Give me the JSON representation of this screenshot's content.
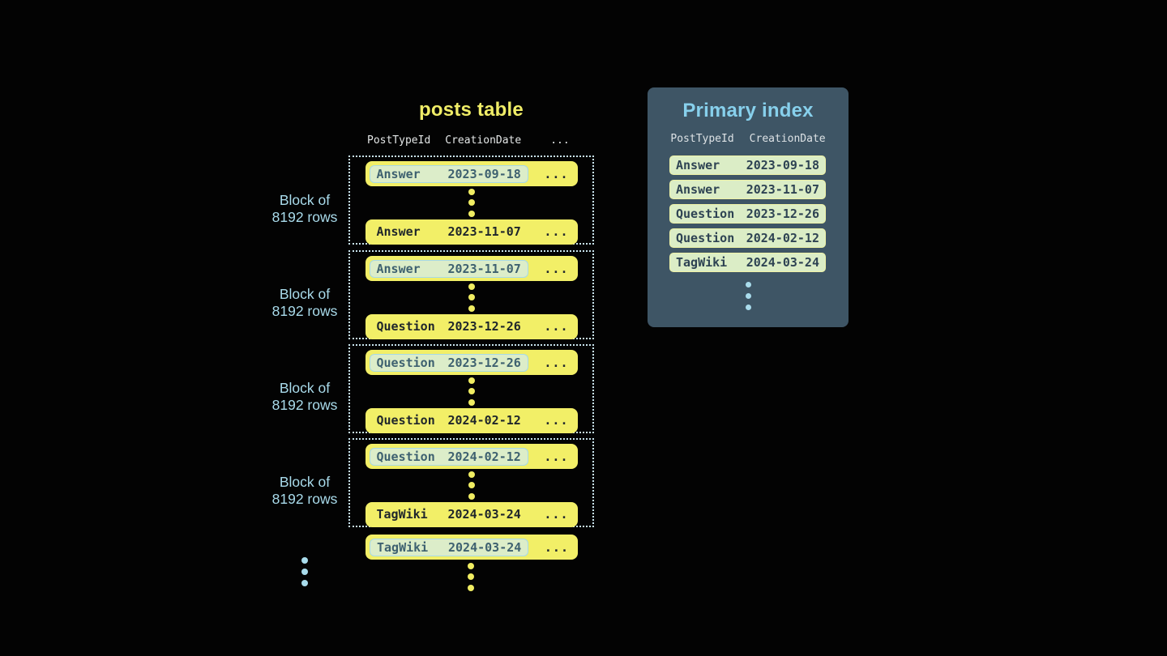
{
  "posts_table": {
    "title": "posts table",
    "columns": [
      "PostTypeId",
      "CreationDate",
      "..."
    ],
    "row_ellipsis": "...",
    "blocks": [
      {
        "label": [
          "Block of",
          "8192 rows"
        ],
        "first": {
          "type": "Answer",
          "date": "2023-09-18"
        },
        "last": {
          "type": "Answer",
          "date": "2023-11-07"
        }
      },
      {
        "label": [
          "Block of",
          "8192 rows"
        ],
        "first": {
          "type": "Answer",
          "date": "2023-11-07"
        },
        "last": {
          "type": "Question",
          "date": "2023-12-26"
        }
      },
      {
        "label": [
          "Block of",
          "8192 rows"
        ],
        "first": {
          "type": "Question",
          "date": "2023-12-26"
        },
        "last": {
          "type": "Question",
          "date": "2024-02-12"
        }
      },
      {
        "label": [
          "Block of",
          "8192 rows"
        ],
        "first": {
          "type": "Question",
          "date": "2024-02-12"
        },
        "last": {
          "type": "TagWiki",
          "date": "2024-03-24"
        }
      }
    ],
    "overflow_row": {
      "type": "TagWiki",
      "date": "2024-03-24"
    }
  },
  "primary_index": {
    "title": "Primary index",
    "columns": [
      "PostTypeId",
      "CreationDate"
    ],
    "rows": [
      {
        "type": "Answer",
        "date": "2023-09-18"
      },
      {
        "type": "Answer",
        "date": "2023-11-07"
      },
      {
        "type": "Question",
        "date": "2023-12-26"
      },
      {
        "type": "Question",
        "date": "2024-02-12"
      },
      {
        "type": "TagWiki",
        "date": "2024-03-24"
      }
    ]
  },
  "colors": {
    "background": "#030303",
    "row_yellow": "#f2ef67",
    "highlight_pill_green": "#dcedc9",
    "highlight_pill_border_blue": "#a6d9e7",
    "index_panel_slate": "#3e5565",
    "index_pill_green": "#dbedc6",
    "index_pill_border_yellow": "#eef2a7",
    "accent_light_blue": "#a9dbeb",
    "title_yellow": "#f0ed67",
    "index_title_blue": "#87d0ec",
    "dotted_border": "#c9e4ee"
  }
}
